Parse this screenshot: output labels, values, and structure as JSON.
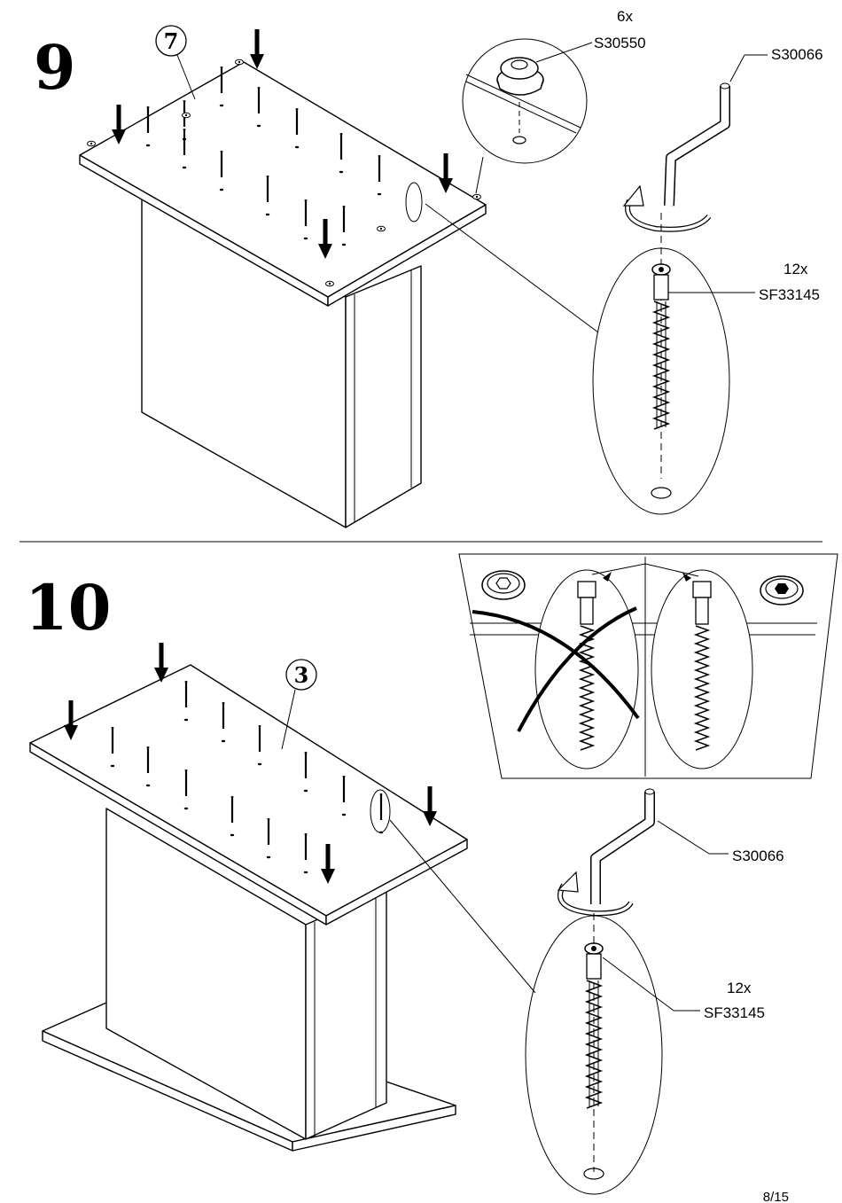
{
  "step9": {
    "number": "9",
    "part_label": "7",
    "qty_cap": "6x",
    "code_cap": "S30550",
    "code_tool": "S30066",
    "qty_screw": "12x",
    "code_screw": "SF33145"
  },
  "step10": {
    "number": "10",
    "part_label": "3",
    "code_tool": "S30066",
    "qty_screw": "12x",
    "code_screw": "SF33145"
  },
  "footer": {
    "page": "8/15"
  },
  "icons": [
    "down-arrow-icon",
    "allen-key-icon",
    "rotate-icon",
    "screw-icon",
    "cap-icon",
    "cross-icon"
  ]
}
